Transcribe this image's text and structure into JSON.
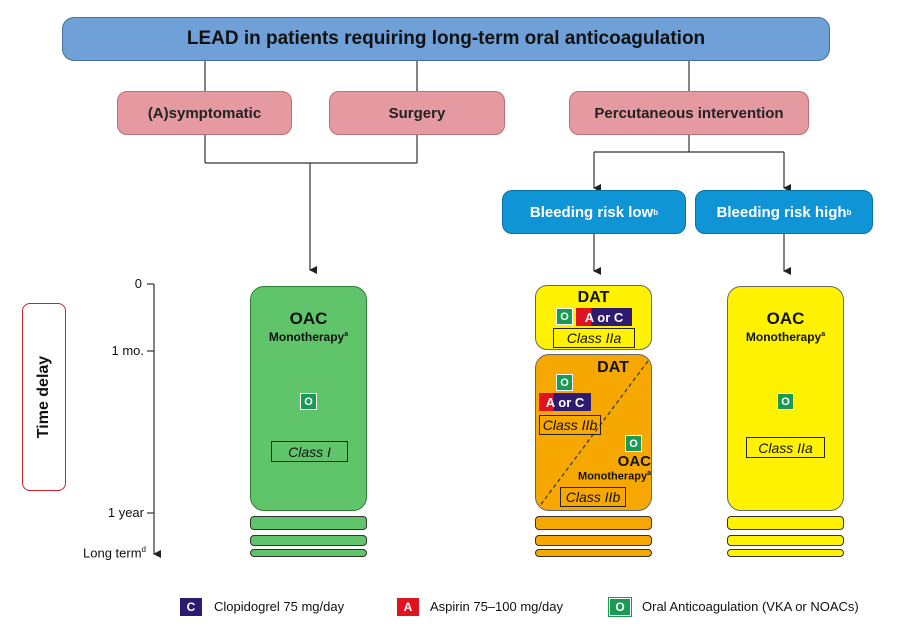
{
  "title": "LEAD in patients requiring long-term oral anticoagulation",
  "categories": {
    "asymptomatic": "(A)symptomatic",
    "surgery": "Surgery",
    "percutaneous": "Percutaneous intervention"
  },
  "bleeding": {
    "low": "Bleeding risk low",
    "high": "Bleeding risk high",
    "sup": "b"
  },
  "time_axis": {
    "label": "Time delay",
    "ticks": [
      "0",
      "1 mo.",
      "1 year",
      "Long term"
    ],
    "long_term_sup": "d"
  },
  "columns": {
    "left": {
      "title": "OAC",
      "subtitle": "Monotherapy",
      "sup": "a",
      "class": "Class I"
    },
    "mid_top": {
      "title": "DAT",
      "class": "Class IIa",
      "a_or_c": "A or C"
    },
    "mid_bottom": {
      "title": "DAT",
      "a_or_c": "A or C",
      "class1": "Class IIb",
      "oac": "OAC",
      "mono": "Monotherapy",
      "sup": "a",
      "class2": "Class IIb"
    },
    "right": {
      "title": "OAC",
      "subtitle": "Monotherapy",
      "sup": "a",
      "class": "Class IIa"
    }
  },
  "oac_symbol": "O",
  "legend": [
    {
      "symbol": "C",
      "label": "Clopidogrel 75 mg/day",
      "color": "#2e1a6e"
    },
    {
      "symbol": "A",
      "label": "Aspirin 75–100 mg/day",
      "color": "#e0141e"
    },
    {
      "symbol": "O",
      "label": "Oral Anticoagulation (VKA or NOACs)",
      "color": "#1a9a52"
    }
  ],
  "colors": {
    "title_box": "#6fa0d8",
    "category_box": "#e49aa0",
    "bleeding_box": "#0f94d6",
    "green": "#5fc46a",
    "yellow": "#fff200",
    "orange": "#f7a800",
    "clopidogrel": "#2e1a6e",
    "aspirin": "#e0141e",
    "oac": "#1a9a52"
  }
}
